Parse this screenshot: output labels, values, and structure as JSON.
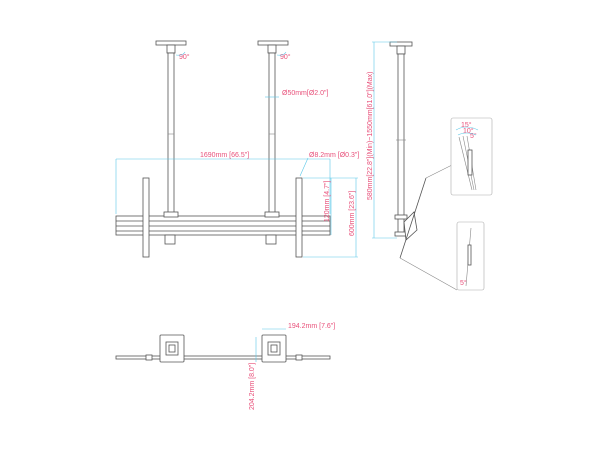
{
  "colors": {
    "dimension_text": "#e8507a",
    "dimension_line": "#5bc8e8",
    "drawing_line": "#555555"
  },
  "front_view": {
    "rotation_left": "90°",
    "rotation_right": "90°",
    "pole_diameter": "Ø50mm[Ø2.0\"]",
    "overall_width": "1690mm [66.5\"]",
    "hole_diameter": "Ø8.2mm [Ø0.3\"]",
    "rail_height": "120mm [4.7\"]",
    "bracket_height": "600mm [23.6\"]"
  },
  "side_view": {
    "height_range": "580mm[22.8\"](Min)~1550mm[61.0\"](Max)",
    "tilt_detail": {
      "angles": [
        "15°",
        "10°",
        "5°"
      ]
    },
    "tilt_detail_2": {
      "angle": "5°"
    }
  },
  "top_view": {
    "plate_width": "194.2mm [7.6\"]",
    "plate_depth": "204.2mm [8.0\"]"
  }
}
